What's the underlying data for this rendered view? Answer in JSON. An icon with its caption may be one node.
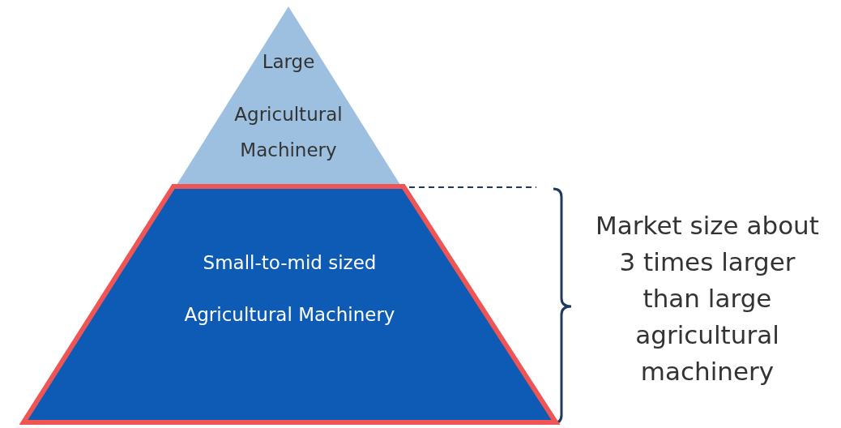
{
  "diagram": {
    "nodes": [
      {
        "text": [
          "Large",
          "Agricultural Machinery"
        ]
      },
      {
        "text": [
          "Small-to-mid sized",
          "Agricultural Machinery"
        ]
      }
    ],
    "labels": [
      "Market size about 3 times larger than large agricultural machinery"
    ]
  }
}
